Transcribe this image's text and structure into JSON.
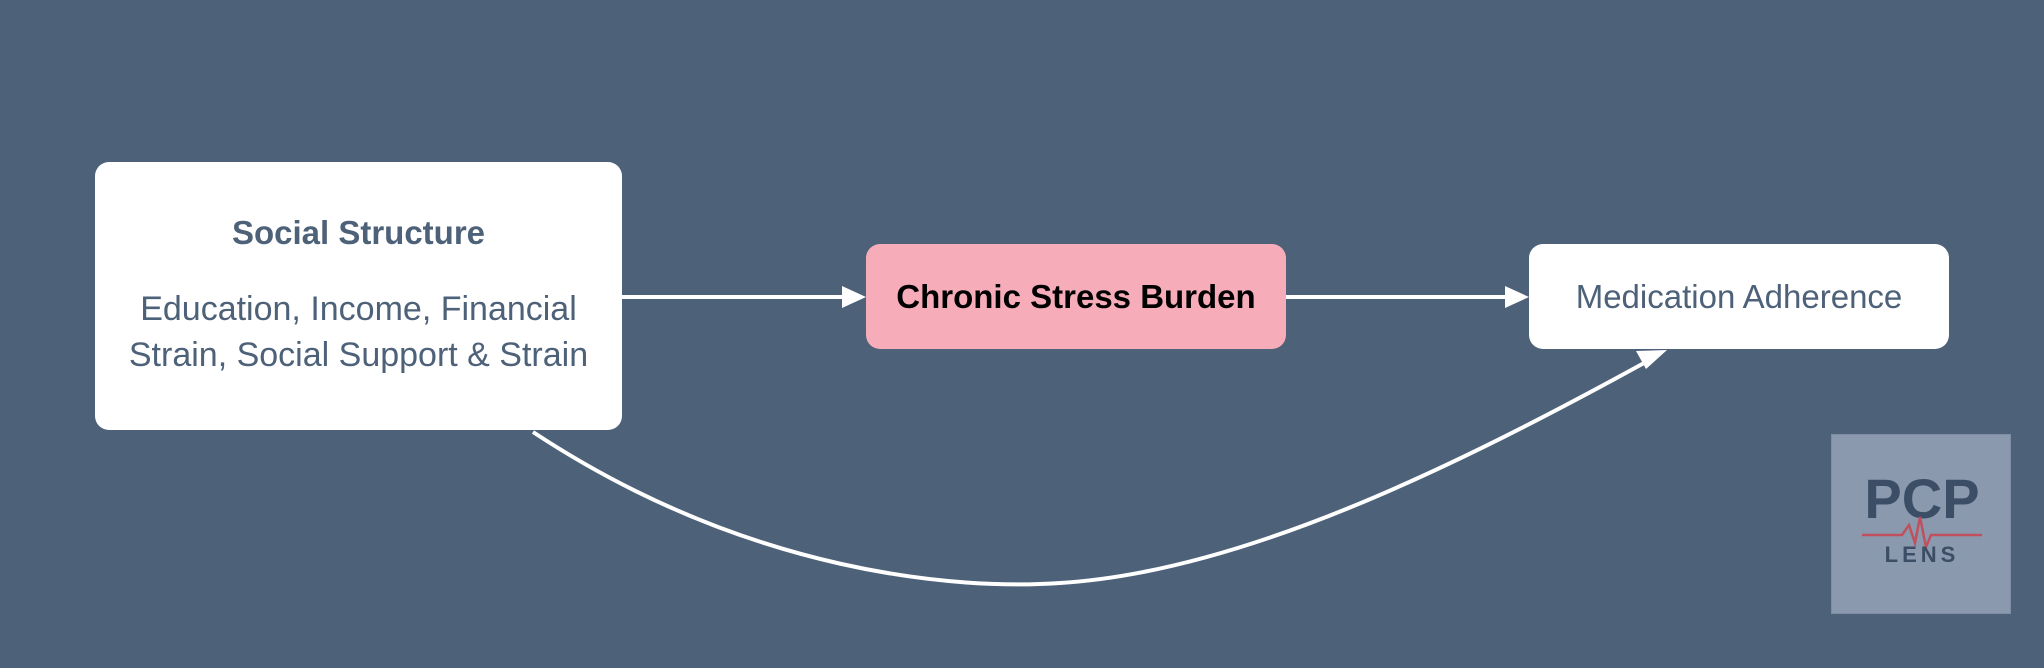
{
  "nodes": {
    "social_structure": {
      "title": "Social Structure",
      "subtitle_line1": "Education, Income, Financial",
      "subtitle_line2": "Strain, Social Support & Strain"
    },
    "chronic_stress": {
      "label": "Chronic Stress Burden"
    },
    "medication_adherence": {
      "label": "Medication Adherence"
    }
  },
  "edges": [
    {
      "from": "Social Structure",
      "to": "Chronic Stress Burden"
    },
    {
      "from": "Chronic Stress Burden",
      "to": "Medication Adherence"
    },
    {
      "from": "Social Structure",
      "to": "Medication Adherence"
    }
  ],
  "logo": {
    "top_text": "PCP",
    "bottom_text": "LENS"
  },
  "colors": {
    "background": "#4d6179",
    "box": "#ffffff",
    "highlight_box": "#f6adb9",
    "arrow": "#ffffff",
    "logo_bg": "#8a99ae",
    "logo_text": "#3b4e66",
    "logo_pulse": "#c0505e"
  }
}
